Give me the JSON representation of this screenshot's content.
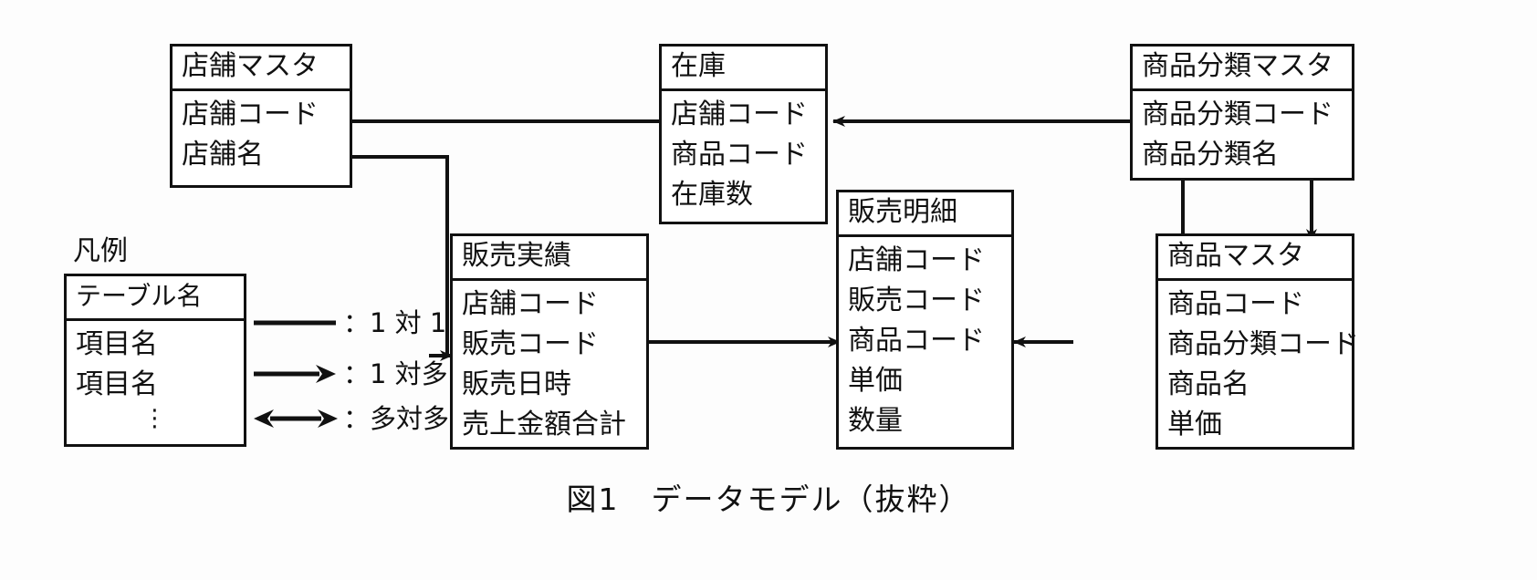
{
  "figure": {
    "caption": "図1　データモデル（抜粋）"
  },
  "legend": {
    "title": "凡例",
    "sample_table": {
      "title": "テーブル名",
      "fields": [
        "項目名",
        "項目名",
        "⋮"
      ]
    },
    "rows": [
      {
        "symbol": "plain-line",
        "label": "：1 対 1"
      },
      {
        "symbol": "single-arrow",
        "label": "：1 対多"
      },
      {
        "symbol": "double-arrow",
        "label": "：多対多"
      }
    ]
  },
  "entities": [
    {
      "id": "store-master",
      "title": "店舗マスタ",
      "fields": [
        "店舗コード",
        "店舗名"
      ]
    },
    {
      "id": "inventory",
      "title": "在庫",
      "fields": [
        "店舗コード",
        "商品コード",
        "在庫数"
      ]
    },
    {
      "id": "category-master",
      "title": "商品分類マスタ",
      "fields": [
        "商品分類コード",
        "商品分類名"
      ]
    },
    {
      "id": "sales-result",
      "title": "販売実績",
      "fields": [
        "店舗コード",
        "販売コード",
        "販売日時",
        "売上金額合計"
      ]
    },
    {
      "id": "sales-detail",
      "title": "販売明細",
      "fields": [
        "店舗コード",
        "販売コード",
        "商品コード",
        "単価",
        "数量"
      ]
    },
    {
      "id": "product-master",
      "title": "商品マスタ",
      "fields": [
        "商品コード",
        "商品分類コード",
        "商品名",
        "単価"
      ]
    }
  ],
  "relationships": [
    {
      "from": "store-master",
      "to": "inventory",
      "cardinality": "1対多"
    },
    {
      "from": "store-master",
      "to": "sales-result",
      "cardinality": "1対多"
    },
    {
      "from": "product-master",
      "to": "inventory",
      "cardinality": "1対多"
    },
    {
      "from": "category-master",
      "to": "product-master",
      "cardinality": "1対多"
    },
    {
      "from": "sales-result",
      "to": "sales-detail",
      "cardinality": "1対多"
    },
    {
      "from": "product-master",
      "to": "sales-detail",
      "cardinality": "1対多"
    }
  ],
  "colors": {
    "line": "#111111",
    "text": "#111111",
    "background": "#ffffff"
  }
}
